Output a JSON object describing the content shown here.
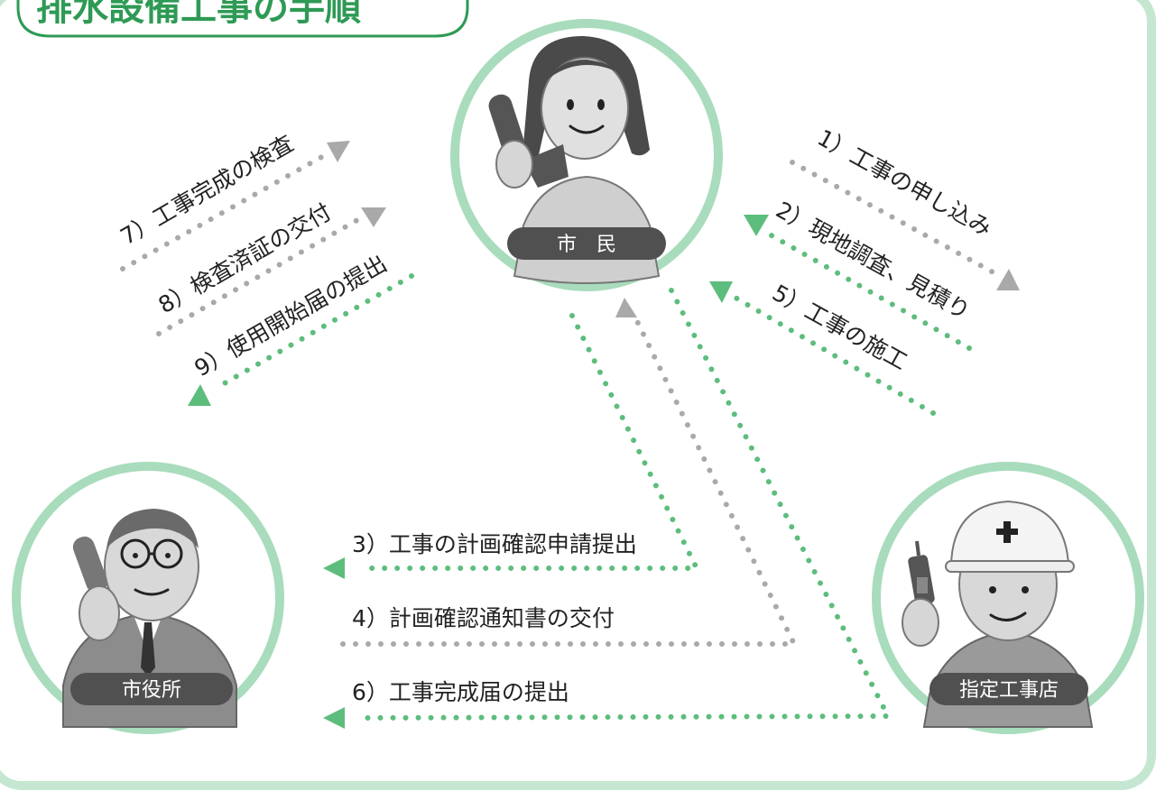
{
  "title": "排水設備工事の手順",
  "colors": {
    "green": "#5dbd7c",
    "gray": "#a9a9a9",
    "ring": "#a8dcbc",
    "frame": "#c5e7d2",
    "label_bg": "#505050"
  },
  "actors": {
    "citizen": "市　民",
    "city_hall": "市役所",
    "contractor": "指定工事店"
  },
  "steps": {
    "s1": "1）工事の申し込み",
    "s2": "2）現地調査、見積り",
    "s3": "3）工事の計画確認申請提出",
    "s4": "4）計画確認通知書の交付",
    "s5": "5）工事の施工",
    "s6": "6）工事完成届の提出",
    "s7": "7）工事完成の検査",
    "s8": "8）検査済証の交付",
    "s9": "9）使用開始届の提出"
  }
}
